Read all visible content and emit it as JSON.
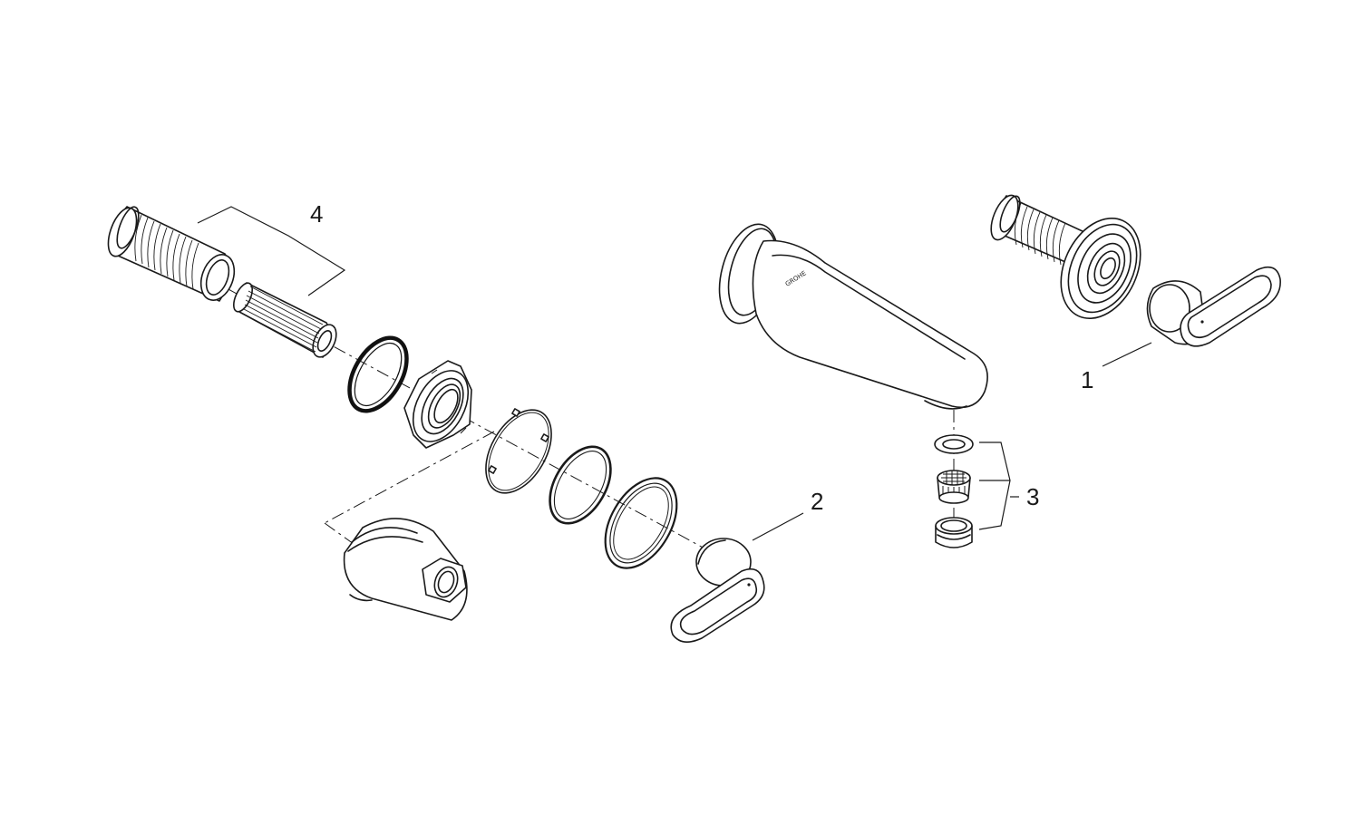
{
  "diagram": {
    "callouts": {
      "c1": "1",
      "c2": "2",
      "c3": "3",
      "c4": "4"
    },
    "brand_logo": "GROHE"
  }
}
